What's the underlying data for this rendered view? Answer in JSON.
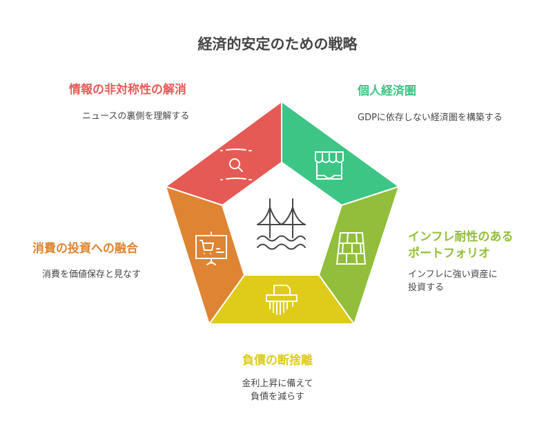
{
  "title": "経済的安定のための戦略",
  "colors": {
    "red": "#E55A55",
    "green": "#3DC585",
    "lime": "#92BE3B",
    "yellow": "#DFCB1A",
    "orange": "#DE8432",
    "text": "#454545"
  },
  "sections": [
    {
      "heading": "情報の非対称性の解消",
      "description": "ニュースの裏側を理解する",
      "icon": "magnifier-icon"
    },
    {
      "heading": "個人経済圏",
      "description": "GDPに依存しない経済圏を構築する",
      "icon": "storefront-icon"
    },
    {
      "heading_line1": "インフレ耐性のある",
      "heading_line2": "ポートフォリオ",
      "description_line1": "インフレに強い資産に",
      "description_line2": "投資する",
      "icon": "brick-wall-icon"
    },
    {
      "heading": "負債の断捨離",
      "description_line1": "金利上昇に備えて",
      "description_line2": "負債を減らす",
      "icon": "shredder-icon"
    },
    {
      "heading": "消費の投資への融合",
      "description": "消費を価値保存と見なす",
      "icon": "shopping-presentation-icon"
    }
  ],
  "center_icon": "bridge-icon"
}
